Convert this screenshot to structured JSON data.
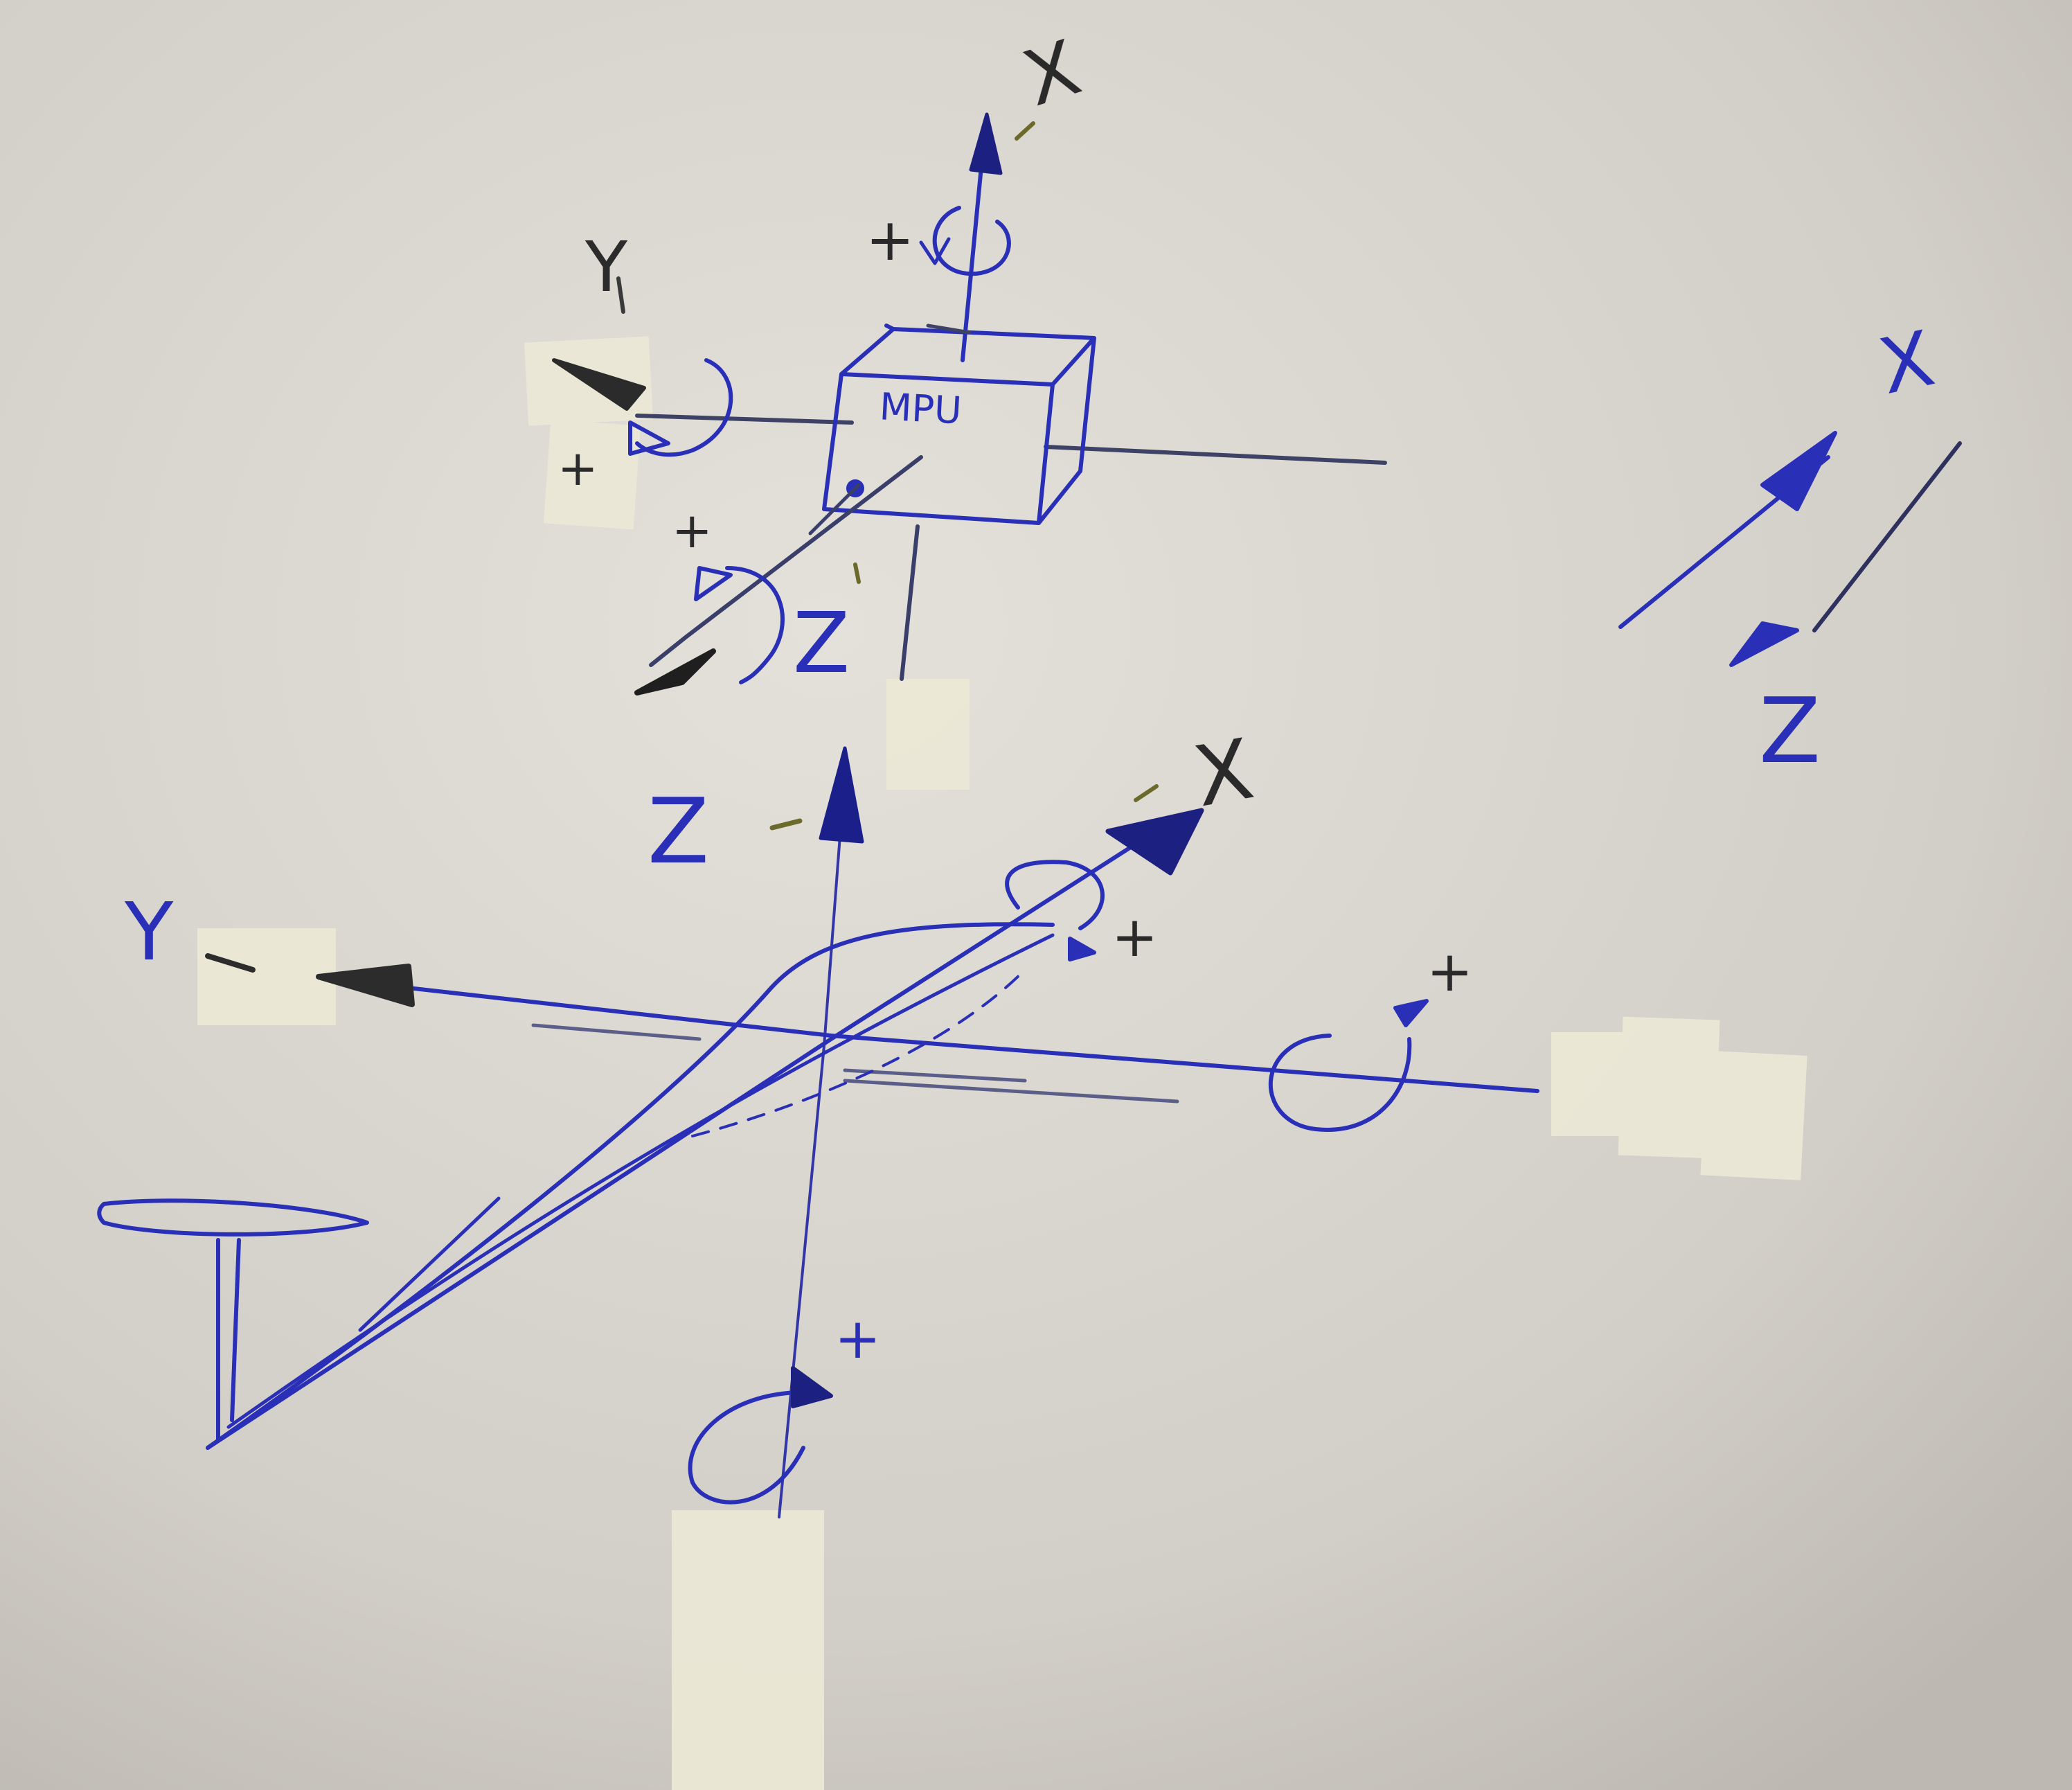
{
  "colors": {
    "paper": "#d8d4ce",
    "paper_light": "#e6e2dc",
    "blue_ink": "#2a2fb8",
    "black_ink": "#2c2c2c",
    "tape": "#ece9d4"
  },
  "sensor": {
    "label": "MPU",
    "axis_x": "X",
    "axis_y": "Y",
    "axis_z": "Z",
    "plus": "+"
  },
  "world": {
    "axis_x": "X",
    "axis_y": "Y",
    "axis_z": "Z",
    "plus": "+"
  },
  "side": {
    "axis_x": "X",
    "axis_z": "Z"
  }
}
